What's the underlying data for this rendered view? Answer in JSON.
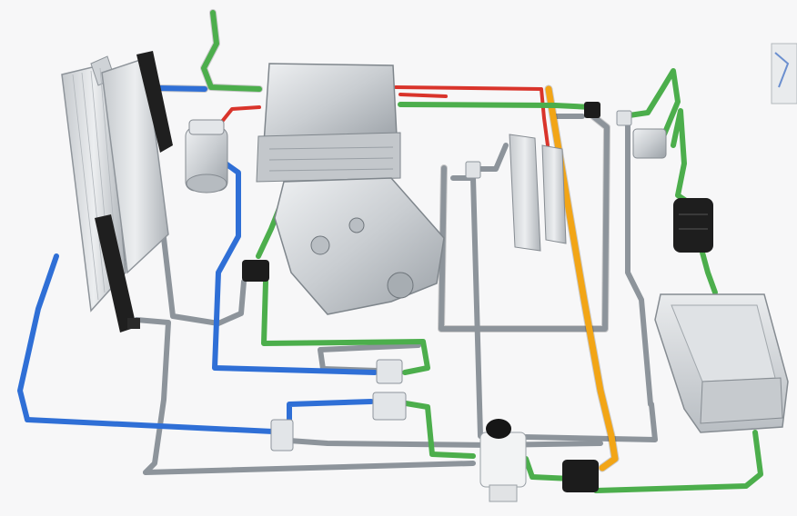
{
  "colors": {
    "background": "#f7f7f8",
    "green_loop": "#4cae4c",
    "blue_loop": "#2f6fd6",
    "gray_line": "#8d949b",
    "red_line": "#d9342b",
    "orange_line": "#f2a516",
    "metal_light": "#d9dcdf",
    "metal_dark": "#9aa0a6",
    "valve_black": "#1c1c1c"
  },
  "components": [
    {
      "id": "radiator",
      "icon": "radiator-icon"
    },
    {
      "id": "condenser",
      "icon": "condenser-icon"
    },
    {
      "id": "electric-compressor",
      "icon": "compressor-icon"
    },
    {
      "id": "power-electronics",
      "icon": "inverter-icon"
    },
    {
      "id": "motor-gearbox",
      "icon": "gearbox-icon"
    },
    {
      "id": "heater-core",
      "icon": "heat-exchanger-icon"
    },
    {
      "id": "chiller",
      "icon": "chiller-icon"
    },
    {
      "id": "coolant-heater",
      "icon": "heater-icon"
    },
    {
      "id": "battery-pack",
      "icon": "battery-icon"
    },
    {
      "id": "expansion-tank",
      "icon": "reservoir-icon"
    },
    {
      "id": "pump-left",
      "icon": "pump-icon"
    },
    {
      "id": "pump-bottom",
      "icon": "pump-icon"
    },
    {
      "id": "valve-center-upper",
      "icon": "valve-icon"
    },
    {
      "id": "valve-center-lower",
      "icon": "valve-icon"
    },
    {
      "id": "valve-left-lower",
      "icon": "valve-icon"
    },
    {
      "id": "valve-top-right",
      "icon": "valve-icon"
    }
  ]
}
